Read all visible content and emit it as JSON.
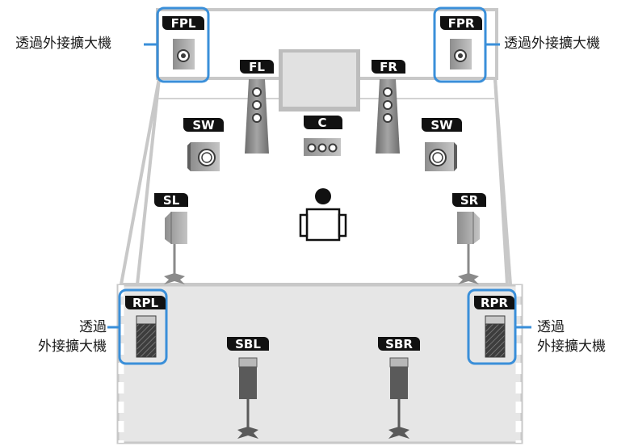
{
  "speakers": {
    "fpl": {
      "label": "FPL"
    },
    "fpr": {
      "label": "FPR"
    },
    "fl": {
      "label": "FL"
    },
    "fr": {
      "label": "FR"
    },
    "c": {
      "label": "C"
    },
    "sw_left": {
      "label": "SW"
    },
    "sw_right": {
      "label": "SW"
    },
    "sl": {
      "label": "SL"
    },
    "sr": {
      "label": "SR"
    },
    "rpl": {
      "label": "RPL"
    },
    "rpr": {
      "label": "RPR"
    },
    "sbl": {
      "label": "SBL"
    },
    "sbr": {
      "label": "SBR"
    }
  },
  "callouts": {
    "fpl": {
      "text": "透過外接擴大機"
    },
    "fpr": {
      "text": "透過外接擴大機"
    },
    "rpl": {
      "line1": "透過",
      "line2": "外接擴大機"
    },
    "rpr": {
      "line1": "透過",
      "line2": "外接擴大機"
    }
  },
  "colors": {
    "highlight": "#3a8fd9",
    "label_bg": "#111111",
    "room_line": "#c8c8c8",
    "speaker": "#7a7a7a"
  }
}
